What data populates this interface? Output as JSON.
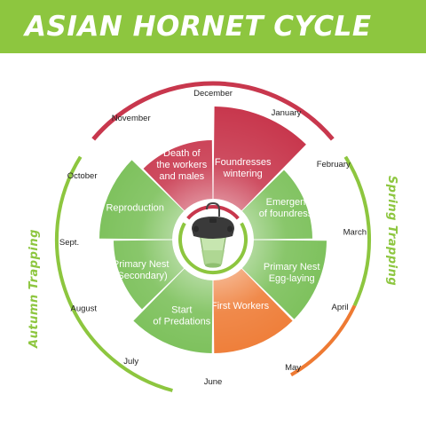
{
  "title": "ASIAN HORNET CYCLE",
  "months": [
    "January",
    "February",
    "March",
    "April",
    "May",
    "June",
    "July",
    "August",
    "Sept.",
    "October",
    "November",
    "December"
  ],
  "segments": [
    {
      "lines": [
        "Foundresses",
        "wintering"
      ],
      "color": "#c8374d"
    },
    {
      "lines": [
        "Emergence",
        "of foundresses"
      ],
      "color": "#79bf57"
    },
    {
      "lines": [
        "Primary Nest",
        "Egg-laying"
      ],
      "color": "#79bf57"
    },
    {
      "lines": [
        "First Workers"
      ],
      "color": "#ee7a33"
    },
    {
      "lines": [
        "Start",
        "of Predations"
      ],
      "color": "#79bf57"
    },
    {
      "lines": [
        "Primary Nest",
        "(Secondary)"
      ],
      "color": "#79bf57"
    },
    {
      "lines": [
        "Reproduction"
      ],
      "color": "#79bf57"
    },
    {
      "lines": [
        "Death of",
        "the workers",
        "and males"
      ],
      "color": "#c8374d"
    }
  ],
  "side_labels": {
    "spring": "Spring Trapping",
    "autumn": "Autumn Trapping"
  },
  "colors": {
    "red": "#c8374d",
    "green": "#8dc63f",
    "orange": "#ee7a33",
    "trap": "#3a3a3a"
  },
  "icons": {
    "center": "hornet-trap-icon"
  }
}
